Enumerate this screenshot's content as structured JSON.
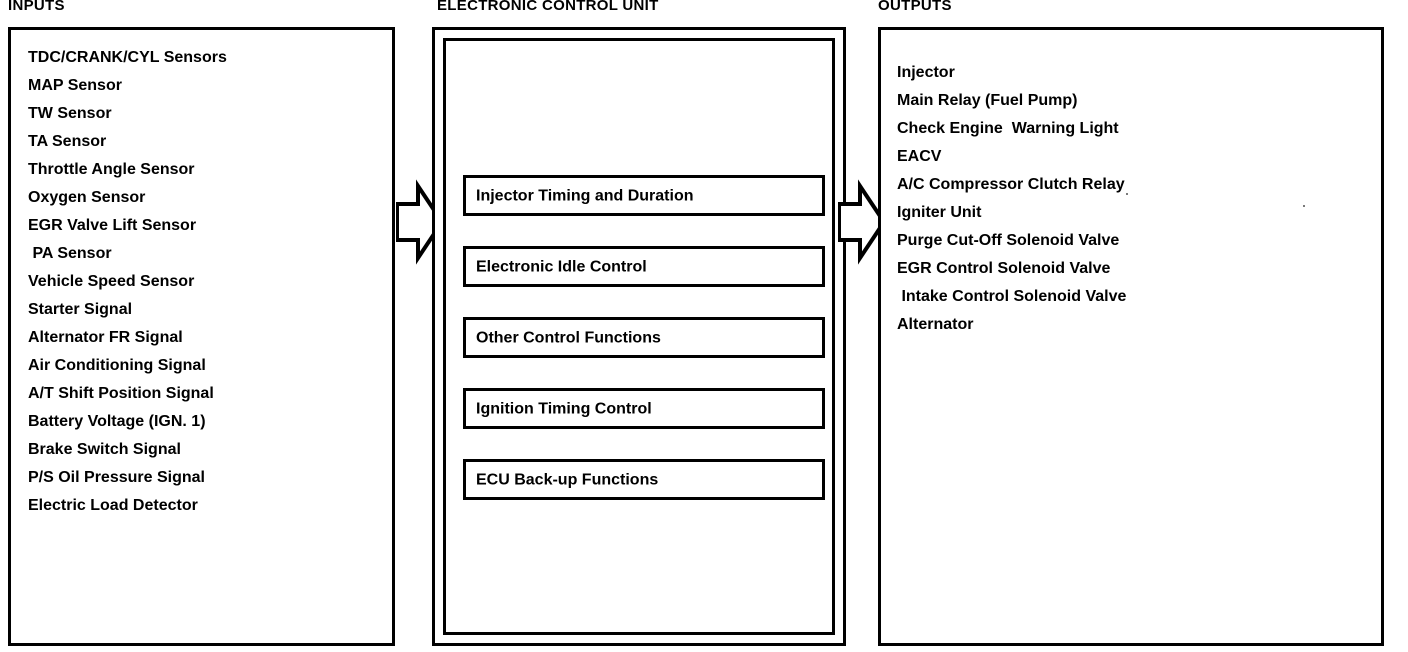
{
  "headers": {
    "inputs": "INPUTS",
    "ecu": "ELECTRONIC CONTROL UNIT",
    "outputs": "OUTPUTS"
  },
  "colors": {
    "line": "#000000",
    "background": "#ffffff",
    "text": "#000000"
  },
  "inputs": {
    "title": "INPUTS",
    "items": [
      "TDC/CRANK/CYL Sensors",
      "MAP Sensor",
      "TW Sensor",
      "TA Sensor",
      "Throttle Angle Sensor",
      "Oxygen Sensor",
      "EGR Valve Lift Sensor",
      " PA Sensor",
      "Vehicle Speed Sensor",
      "Starter Signal",
      "Alternator FR Signal",
      "Air Conditioning Signal",
      "A/T Shift Position Signal",
      "Battery Voltage (IGN. 1)",
      "Brake Switch Signal",
      "P/S Oil Pressure Signal",
      "Electric Load Detector"
    ]
  },
  "ecu": {
    "title": "ELECTRONIC CONTROL UNIT",
    "functions": [
      "Injector Timing and Duration",
      "Electronic Idle Control",
      "Other Control Functions",
      "Ignition Timing Control",
      "ECU Back-up Functions"
    ]
  },
  "outputs": {
    "title": "OUTPUTS",
    "items": [
      "Injector",
      "Main Relay (Fuel Pump)",
      "Check Engine  Warning Light",
      "EACV",
      "A/C Compressor Clutch Relay",
      "Igniter Unit",
      "Purge Cut-Off Solenoid Valve",
      "EGR Control Solenoid Valve",
      " Intake Control Solenoid Valve",
      "Alternator"
    ]
  },
  "arrows": [
    {
      "name": "inputs-to-ecu",
      "direction": "right"
    },
    {
      "name": "ecu-to-outputs",
      "direction": "right"
    }
  ]
}
